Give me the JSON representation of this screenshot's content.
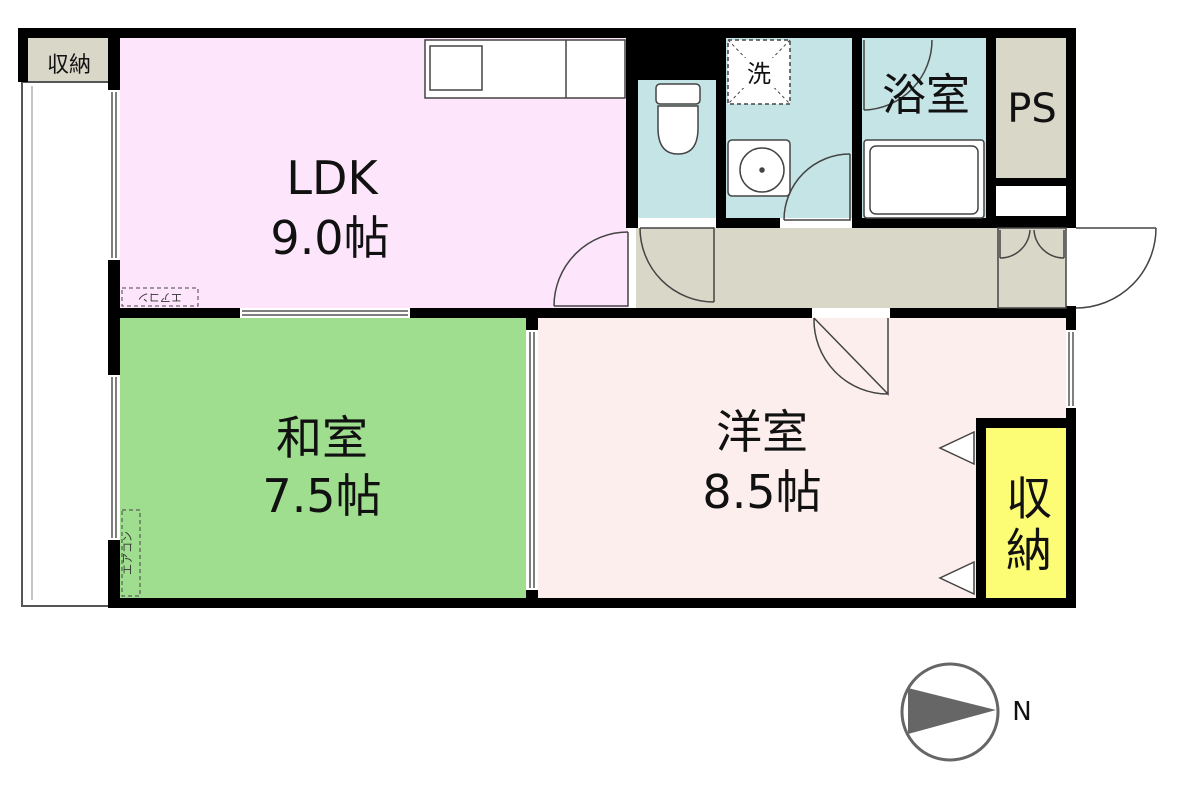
{
  "rooms": {
    "storage_small": {
      "name": "収納"
    },
    "ldk": {
      "name": "LDK",
      "size": "9.0帖"
    },
    "washitsu": {
      "name": "和室",
      "size": "7.5帖"
    },
    "youshitsu": {
      "name": "洋室",
      "size": "8.5帖"
    },
    "bath": {
      "name": "浴室"
    },
    "ps": {
      "name": "PS"
    },
    "laundry": {
      "name": "洗"
    },
    "storage_closet": {
      "name": "収納"
    }
  },
  "aircon_labels": {
    "ldk": "エアコン",
    "washitsu": "エアコン"
  },
  "compass": {
    "label": "N",
    "icon": "north-arrow-icon"
  },
  "colors": {
    "ldk": "#fde6fb",
    "washitsu": "#a0de8f",
    "youshitsu": "#fdeeee",
    "wet": "#c5e4e6",
    "hall": "#d9d7c7",
    "storage": "#d9d7c7",
    "closet": "#fdfc75",
    "wall": "#000000"
  }
}
